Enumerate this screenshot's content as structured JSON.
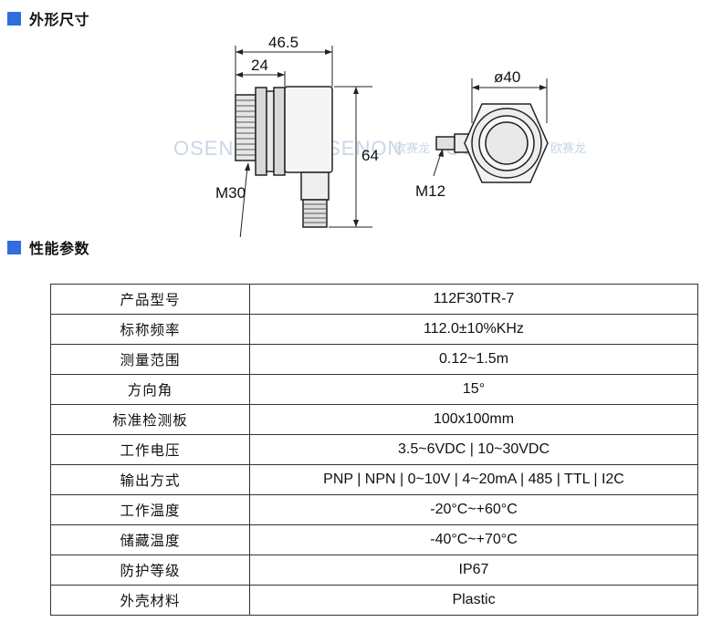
{
  "sections": {
    "dimensions": "外形尺寸",
    "performance": "性能参数"
  },
  "drawing": {
    "dim_total_width": "46.5",
    "dim_flange": "24",
    "dim_height": "64",
    "dim_diameter": "ø40",
    "thread_main": "M30",
    "thread_connector": "M12",
    "watermark_en": "OSENON",
    "watermark_cn": "欧赛龙"
  },
  "specs": [
    {
      "label": "产品型号",
      "value": "112F30TR-7"
    },
    {
      "label": "标称频率",
      "value": "112.0±10%KHz"
    },
    {
      "label": "测量范围",
      "value": "0.12~1.5m"
    },
    {
      "label": "方向角",
      "value": "15°"
    },
    {
      "label": "标准检测板",
      "value": "100x100mm"
    },
    {
      "label": "工作电压",
      "value": "3.5~6VDC | 10~30VDC"
    },
    {
      "label": "输出方式",
      "value": "PNP | NPN | 0~10V | 4~20mA | 485 | TTL | I2C"
    },
    {
      "label": "工作温度",
      "value": "-20°C~+60°C"
    },
    {
      "label": "储藏温度",
      "value": "-40°C~+70°C"
    },
    {
      "label": "防护等级",
      "value": "IP67"
    },
    {
      "label": "外壳材料",
      "value": "Plastic"
    }
  ]
}
